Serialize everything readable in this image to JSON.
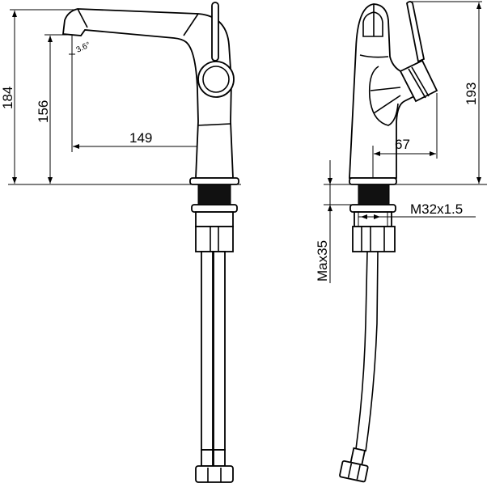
{
  "drawing": {
    "side_view": {
      "dim_total_height": "184",
      "dim_spout_height": "156",
      "dim_spout_reach": "149",
      "dim_spout_angle": "3.6°"
    },
    "front_view": {
      "dim_total_height": "193",
      "dim_lever_offset": "67",
      "dim_thread": "M32x1.5",
      "dim_max_counter": "Max35"
    }
  }
}
